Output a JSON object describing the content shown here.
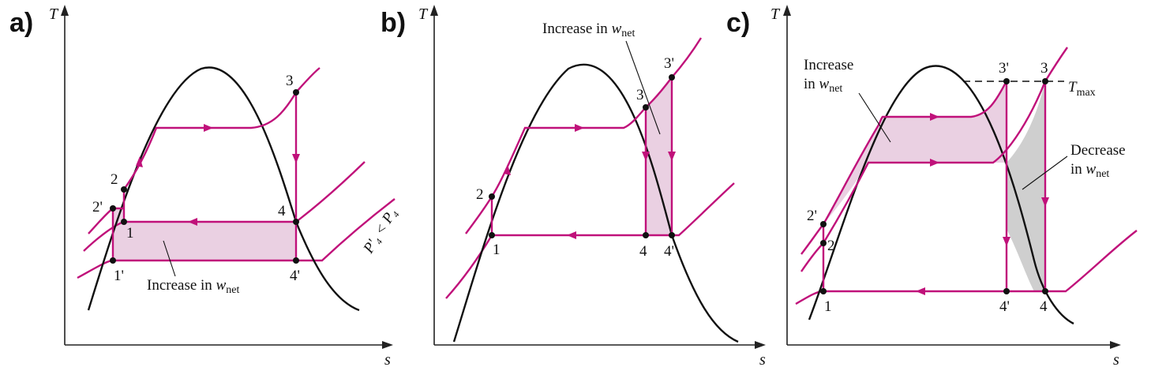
{
  "colors": {
    "cycle": "#c0117a",
    "dome": "#111111",
    "increase_area": "#ead0e2",
    "decrease_area": "#cfcfcf"
  },
  "panel_a": {
    "letter": "a)",
    "y_axis": "T",
    "x_axis": "s",
    "points": {
      "p1": "1",
      "p1p": "1'",
      "p2": "2",
      "p2p": "2'",
      "p3": "3",
      "p4": "4",
      "p4p": "4'"
    },
    "annotation_text": "Increase in ",
    "annotation_w": "w",
    "annotation_sub": "net",
    "pressure_label": "P'₄ < P₄"
  },
  "panel_b": {
    "letter": "b)",
    "y_axis": "T",
    "x_axis": "s",
    "points": {
      "p1": "1",
      "p2": "2",
      "p3": "3",
      "p3p": "3'",
      "p4": "4",
      "p4p": "4'"
    },
    "annotation_text": "Increase in ",
    "annotation_w": "w",
    "annotation_sub": "net"
  },
  "panel_c": {
    "letter": "c)",
    "y_axis": "T",
    "x_axis": "s",
    "points": {
      "p1": "1",
      "p2": "2",
      "p2p": "2'",
      "p3": "3",
      "p3p": "3'",
      "p4": "4",
      "p4p": "4'"
    },
    "increase_line1": "Increase",
    "increase_line2": "in ",
    "increase_w": "w",
    "increase_sub": "net",
    "decrease_line1": "Decrease",
    "decrease_line2": "in ",
    "decrease_w": "w",
    "decrease_sub": "net",
    "tmax_T": "T",
    "tmax_sub": "max"
  }
}
